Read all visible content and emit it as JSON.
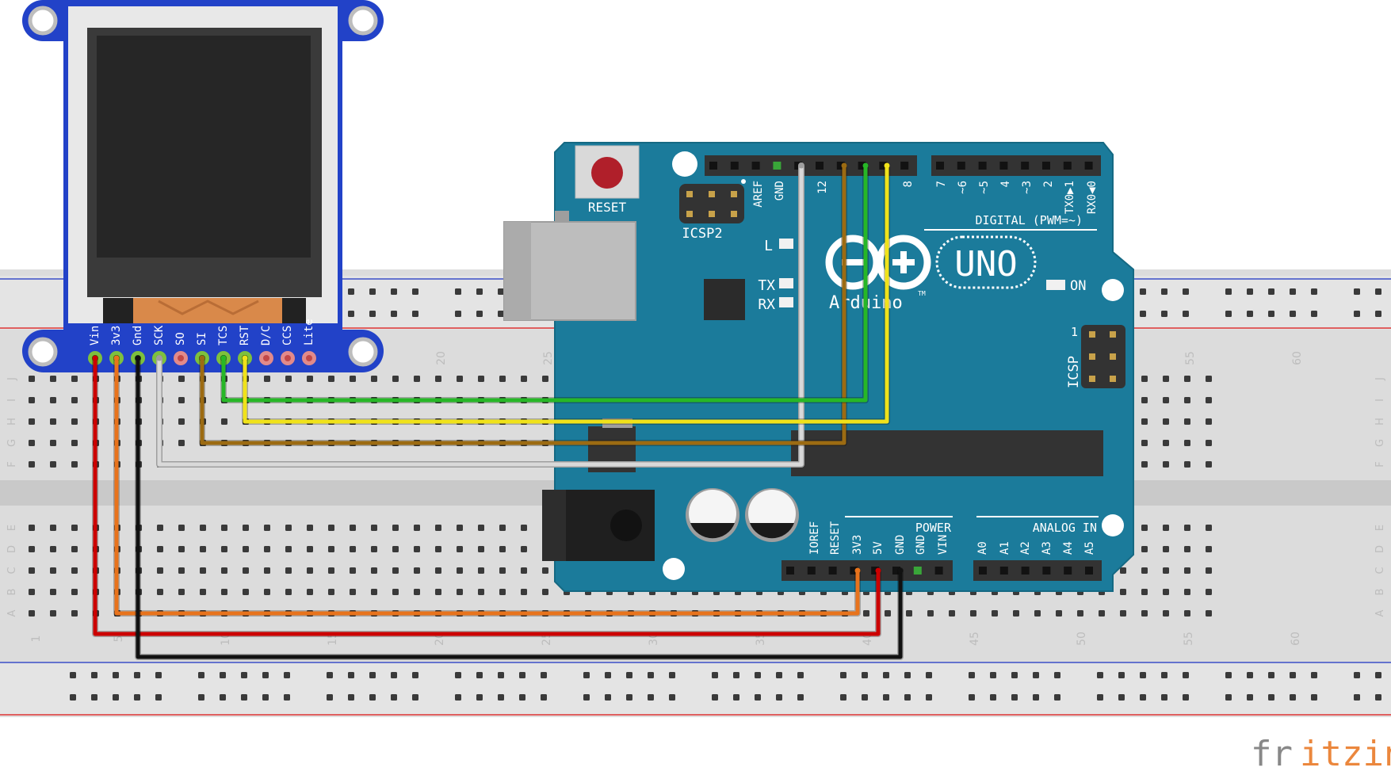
{
  "tft_pins": [
    "Vin",
    "3v3",
    "Gnd",
    "SCK",
    "SO",
    "SI",
    "TCS",
    "RST",
    "D/C",
    "CCS",
    "Lite"
  ],
  "arduino": {
    "reset_label": "RESET",
    "icsp2_label": "ICSP2",
    "icsp_label": "ICSP",
    "icsp_pin1": "1",
    "led_l": "L",
    "led_tx": "TX",
    "led_rx": "RX",
    "on_label": "ON",
    "uno_label": "UNO",
    "brand_label": "Arduino",
    "tm": "TM",
    "digital_label": "DIGITAL (PWM=~)",
    "power_label": "POWER",
    "analog_label": "ANALOG IN",
    "top_pins": [
      "AREF",
      "GND",
      "12",
      "8",
      "7",
      "~6",
      "~5",
      "4",
      "~3",
      "2",
      "TX0▶1",
      "RX0◀0"
    ],
    "power_pins": [
      "IOREF",
      "RESET",
      "3V3",
      "5V",
      "GND",
      "GND",
      "VIN"
    ],
    "analog_pins": [
      "A0",
      "A1",
      "A2",
      "A3",
      "A4",
      "A5"
    ]
  },
  "breadboard": {
    "column_numbers": [
      "1",
      "5",
      "10",
      "15",
      "20",
      "25",
      "30",
      "35",
      "40",
      "45",
      "50",
      "55",
      "60"
    ],
    "row_letters": [
      "J",
      "I",
      "H",
      "G",
      "F",
      "E",
      "D",
      "C",
      "B",
      "A"
    ]
  },
  "wires": [
    {
      "name": "Vin-5V",
      "color": "#cc0000"
    },
    {
      "name": "3v3-3V3",
      "color": "#e8731c"
    },
    {
      "name": "Gnd-GND",
      "color": "#111111"
    },
    {
      "name": "SCK-13",
      "color": "#d9d9d9"
    },
    {
      "name": "SI-11",
      "color": "#9c6b12"
    },
    {
      "name": "TCS-10",
      "color": "#27b727"
    },
    {
      "name": "RST-9",
      "color": "#f0e21a"
    }
  ],
  "colors": {
    "board": "#1b7b9b",
    "pcb": "#2242c8",
    "breadboard": "#dcdcdc"
  },
  "watermark": {
    "left": "fr",
    "right": "itzing"
  }
}
